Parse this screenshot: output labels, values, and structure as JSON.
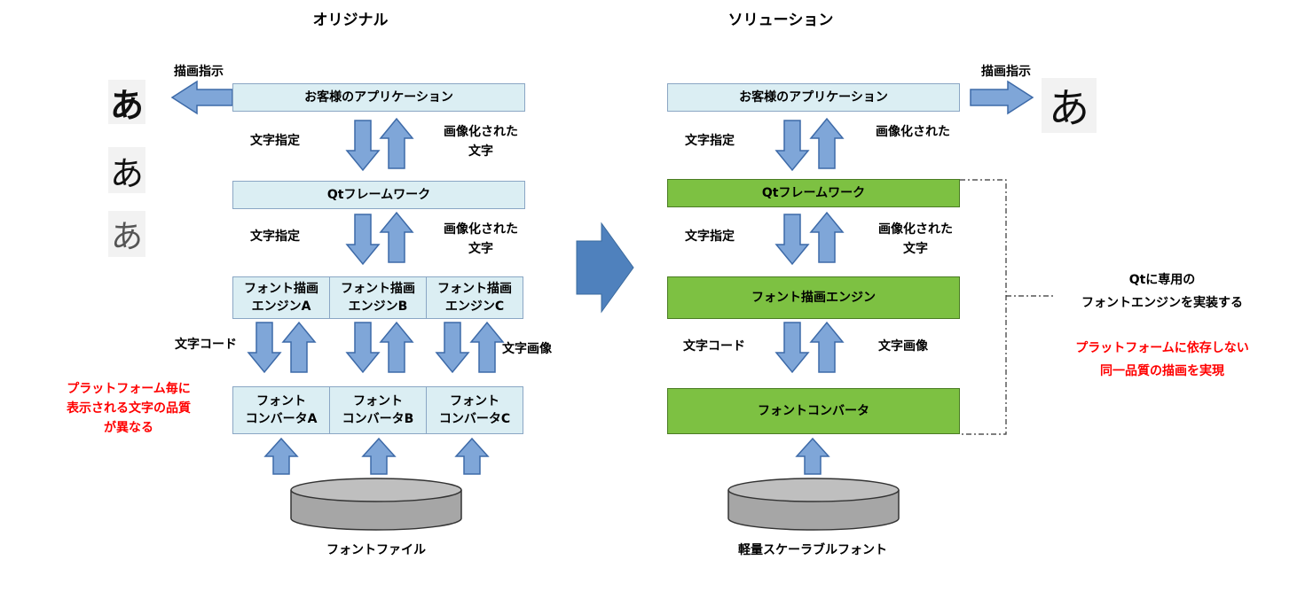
{
  "original": {
    "title": "オリジナル",
    "draw_instruction": "描画指示",
    "app_box": "お客様のアプリケーション",
    "framework_box": "Qtフレームワーク",
    "char_spec_1": "文字指定",
    "char_spec_2": "文字指定",
    "imaged_chars_1": [
      "画像化された",
      "文字"
    ],
    "imaged_chars_2": [
      "画像化された",
      "文字"
    ],
    "engines": [
      [
        "フォント描画",
        "エンジンA"
      ],
      [
        "フォント描画",
        "エンジンB"
      ],
      [
        "フォント描画",
        "エンジンC"
      ]
    ],
    "char_code": "文字コード",
    "char_image": "文字画像",
    "converters": [
      [
        "フォント",
        "コンバータA"
      ],
      [
        "フォント",
        "コンバータB"
      ],
      [
        "フォント",
        "コンバータC"
      ]
    ],
    "font_file": "フォントファイル",
    "note": [
      "プラットフォーム毎に",
      "表示される文字の品質",
      "が異なる"
    ],
    "glyph_samples": [
      "あ",
      "あ",
      "あ"
    ]
  },
  "solution": {
    "title": "ソリューション",
    "draw_instruction": "描画指示",
    "app_box": "お客様のアプリケーション",
    "framework_box": "Qtフレームワーク",
    "char_spec_1": "文字指定",
    "char_spec_2": "文字指定",
    "imaged_chars_1": [
      "画像化された"
    ],
    "imaged_chars_2": [
      "画像化された",
      "文字"
    ],
    "engine_box": "フォント描画エンジン",
    "char_code": "文字コード",
    "char_image": "文字画像",
    "converter_box": "フォントコンバータ",
    "font_file": "軽量スケーラブルフォント",
    "callout": [
      "Qtに専用の",
      "フォントエンジンを実装する"
    ],
    "note": [
      "プラットフォームに依存しない",
      "同一品質の描画を実現"
    ],
    "glyph_sample": "あ"
  },
  "colors": {
    "arrow_fill": "#7fa6d8",
    "arrow_stroke": "#3d6aa8",
    "box_fill": "#dbeef3",
    "green_fill": "#7dc142",
    "note_red": "#ff0000",
    "big_arrow": "#4f81bd"
  }
}
